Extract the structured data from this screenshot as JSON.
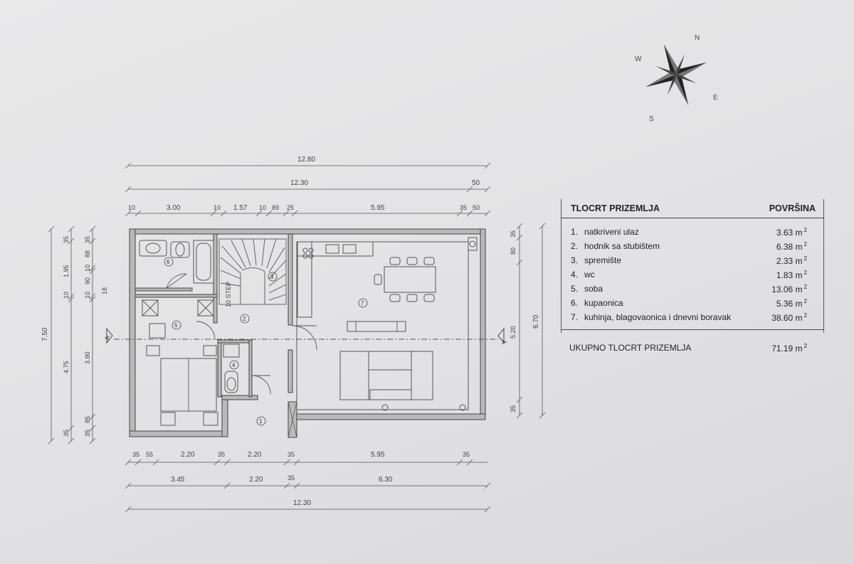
{
  "plan": {
    "dims_top": {
      "overall": "12.80",
      "second": "12.30",
      "second_right": "50",
      "third": [
        "10",
        "3.00",
        "10",
        "1.57",
        "10",
        "89",
        "25",
        "5.95",
        "35",
        "50"
      ]
    },
    "dims_bottom": {
      "first": [
        "35",
        "55",
        "2.20",
        "35",
        "2.20",
        "35",
        "5.95",
        "35"
      ],
      "second": [
        "3.45",
        "2.20",
        "35",
        "6.30"
      ],
      "overall": "12.30"
    },
    "dims_left": {
      "overall": "7.50",
      "mid": [
        "35",
        "1.95",
        "10",
        "4.75",
        "35"
      ],
      "inner": [
        "35",
        "88",
        "10",
        "90",
        "10",
        "18",
        "3.90",
        "85",
        "35"
      ]
    },
    "dims_right": {
      "inner": [
        "35",
        "80",
        "5.20",
        "35"
      ],
      "overall": "6.70"
    },
    "room_numbers": [
      "1",
      "2",
      "3",
      "4",
      "5",
      "6",
      "7"
    ],
    "stair_label": "10 STEP",
    "section_marker": "A"
  },
  "compass": {
    "n": "N",
    "s": "S",
    "e": "E",
    "w": "W"
  },
  "table": {
    "title": "TLOCRT PRIZEMLJA",
    "area_header": "POVRŠINA",
    "unit": "2",
    "rows": [
      {
        "num": "1.",
        "label": "natkriveni ulaz",
        "area": "3.63 m"
      },
      {
        "num": "2.",
        "label": "hodnik sa stubištem",
        "area": "6.38 m"
      },
      {
        "num": "3.",
        "label": "spremište",
        "area": "2.33 m"
      },
      {
        "num": "4.",
        "label": "wc",
        "area": "1.83 m"
      },
      {
        "num": "5.",
        "label": "soba",
        "area": "13.06 m"
      },
      {
        "num": "6.",
        "label": "kupaonica",
        "area": "5.36 m"
      },
      {
        "num": "7.",
        "label": "kuhinja, blagovaonica i dnevni boravak",
        "area": "38.60 m"
      }
    ],
    "total_label": "UKUPNO TLOCRT PRIZEMLJA",
    "total_area": "71.19 m"
  },
  "colors": {
    "background": "#e3e3e5",
    "wall": "#b9b9b9",
    "line": "#444444"
  }
}
